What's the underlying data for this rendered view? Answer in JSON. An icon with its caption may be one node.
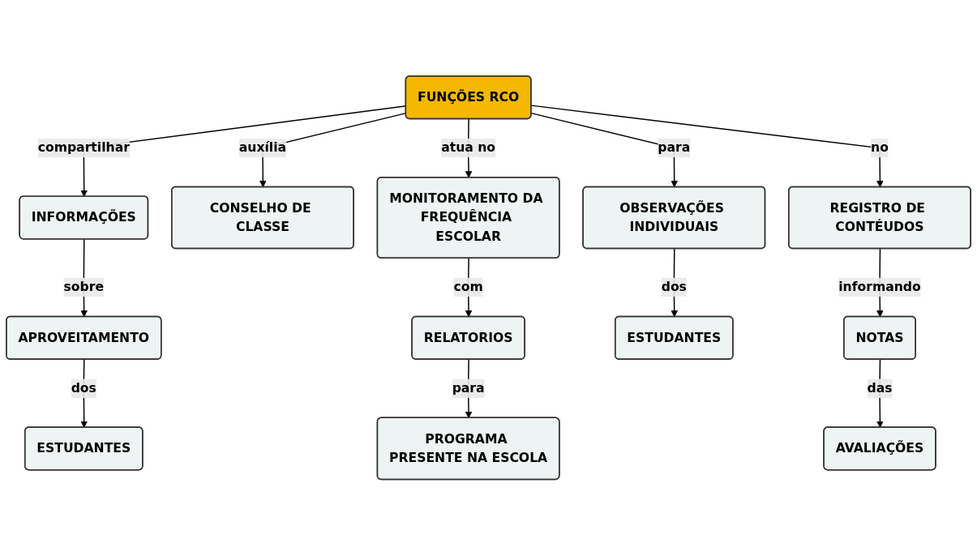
{
  "diagram": {
    "nodes": [
      {
        "text": [
          "FUNÇÕES RCO"
        ]
      },
      {
        "text": [
          "INFORMAÇÕES"
        ]
      },
      {
        "text": [
          "CONSELHO DE CLASSE"
        ]
      },
      {
        "text": [
          "APROVEITAMENTO"
        ]
      },
      {
        "text": [
          "OBSERVAÇÕES INDIVIDUAIS"
        ]
      },
      {
        "text": [
          "REGISTRO DE CONTÉUDOS"
        ]
      },
      {
        "text": [
          "MONITORAMENTO DA FREQUÊNCIA ESCOLAR"
        ]
      },
      {
        "text": [
          "NOTAS"
        ]
      },
      {
        "text": [
          "ESTUDANTES"
        ]
      },
      {
        "text": [
          "ESTUDANTES"
        ]
      },
      {
        "text": [
          "RELATORIOS"
        ]
      },
      {
        "text": [
          "AVALIAÇÕES"
        ]
      },
      {
        "text": [
          "PROGRAMA PRESENTE NA ESCOLA"
        ]
      }
    ],
    "edges": [
      {
        "from": 0,
        "to": 1,
        "arrow": "to",
        "label": "compartilhar"
      },
      {
        "from": 0,
        "to": 4,
        "arrow": "to",
        "label": "para"
      },
      {
        "from": 0,
        "to": 6,
        "arrow": "to",
        "label": "atua no"
      },
      {
        "from": 0,
        "to": 5,
        "arrow": "to",
        "label": "no"
      },
      {
        "from": 0,
        "to": 2,
        "arrow": "to",
        "label": "auxília"
      },
      {
        "from": 1,
        "to": 3,
        "arrow": "to",
        "label": "sobre"
      },
      {
        "from": 3,
        "to": 8,
        "arrow": "to",
        "label": "dos"
      },
      {
        "from": 4,
        "to": 9,
        "arrow": "to",
        "label": "dos"
      },
      {
        "from": 5,
        "to": 7,
        "arrow": "to",
        "label": "informando"
      },
      {
        "from": 6,
        "to": 10,
        "arrow": "to",
        "label": "com"
      },
      {
        "from": 7,
        "to": 11,
        "arrow": "to",
        "label": "das"
      },
      {
        "from": 10,
        "to": 12,
        "arrow": "to",
        "label": "para"
      }
    ]
  }
}
